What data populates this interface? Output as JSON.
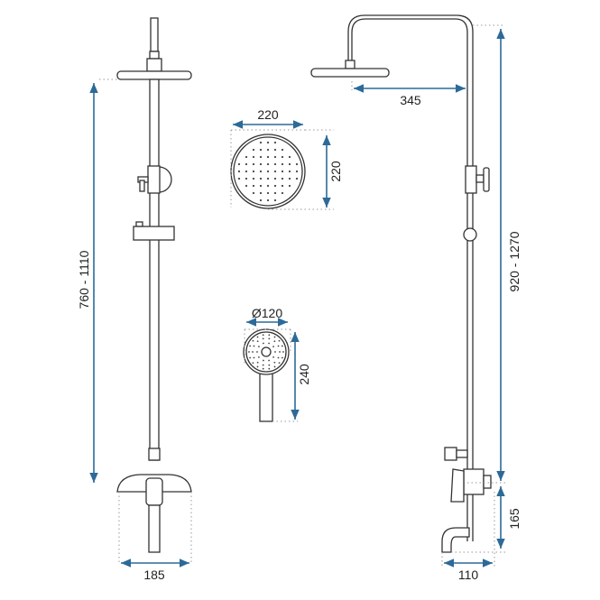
{
  "dimensions": {
    "left_height": "760 - 1110",
    "left_width": "185",
    "head_width": "220",
    "head_height": "220",
    "hand_diameter": "Ø120",
    "hand_length": "240",
    "arm_reach": "345",
    "right_height": "920 - 1270",
    "spout_height": "165",
    "spout_reach": "110"
  },
  "colors": {
    "dimension": "#2c6a98",
    "outline": "#333333"
  }
}
